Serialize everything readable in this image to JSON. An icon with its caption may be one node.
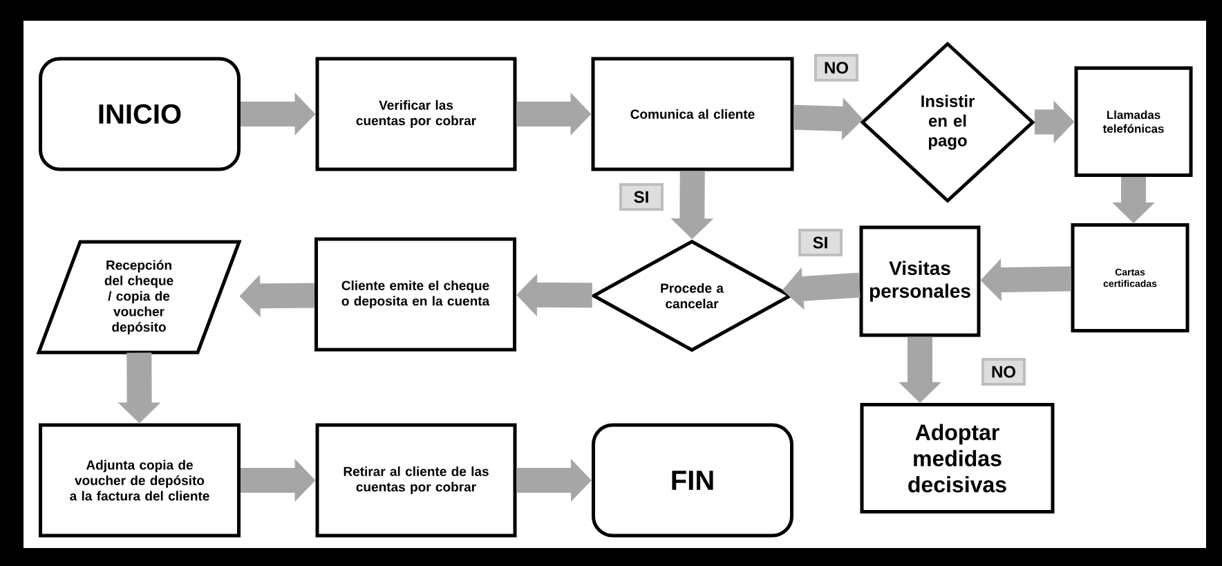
{
  "diagram": {
    "nodes": [
      {
        "text": [
          "INICIO"
        ]
      },
      {
        "text": [
          "Verificar las cuentas por cobrar"
        ]
      },
      {
        "text": [
          "Comunica al cliente"
        ]
      },
      {
        "text": [
          "Insistir en el pago"
        ]
      },
      {
        "text": [
          "Llamadas telefónicas"
        ]
      },
      {
        "text": [
          "Cartas certificadas"
        ]
      },
      {
        "text": [
          "Visitas personales"
        ]
      },
      {
        "text": [
          "Procede a cancelar"
        ]
      },
      {
        "text": [
          "Cliente emite el cheque o deposita en la cuenta"
        ]
      },
      {
        "text": [
          "Recepción del cheque / copia de voucher depósito"
        ]
      },
      {
        "text": [
          "Adjunta copia de voucher de depósito a la factura del cliente"
        ]
      },
      {
        "text": [
          "Retirar al cliente de las cuentas por cobrar"
        ]
      },
      {
        "text": [
          "FIN"
        ]
      },
      {
        "text": [
          "Adoptar medidas decisivas"
        ]
      }
    ],
    "edges": [
      {
        "from": 0,
        "to": 1,
        "arrow": "to"
      },
      {
        "from": 1,
        "to": 2,
        "arrow": "to"
      },
      {
        "from": 2,
        "to": 3,
        "arrow": "to",
        "label": "NO"
      },
      {
        "from": 3,
        "to": 4,
        "arrow": "to"
      },
      {
        "from": 4,
        "to": 5,
        "arrow": "to"
      },
      {
        "from": 5,
        "to": 6,
        "arrow": "to"
      },
      {
        "from": 6,
        "to": 7,
        "arrow": "to",
        "label": "SI"
      },
      {
        "from": 2,
        "to": 7,
        "arrow": "to",
        "label": "SI"
      },
      {
        "from": 7,
        "to": 8,
        "arrow": "to"
      },
      {
        "from": 8,
        "to": 9,
        "arrow": "to"
      },
      {
        "from": 9,
        "to": 10,
        "arrow": "to"
      },
      {
        "from": 10,
        "to": 11,
        "arrow": "to"
      },
      {
        "from": 11,
        "to": 12,
        "arrow": "to"
      },
      {
        "from": 6,
        "to": 13,
        "arrow": "to",
        "label": "NO"
      }
    ]
  }
}
